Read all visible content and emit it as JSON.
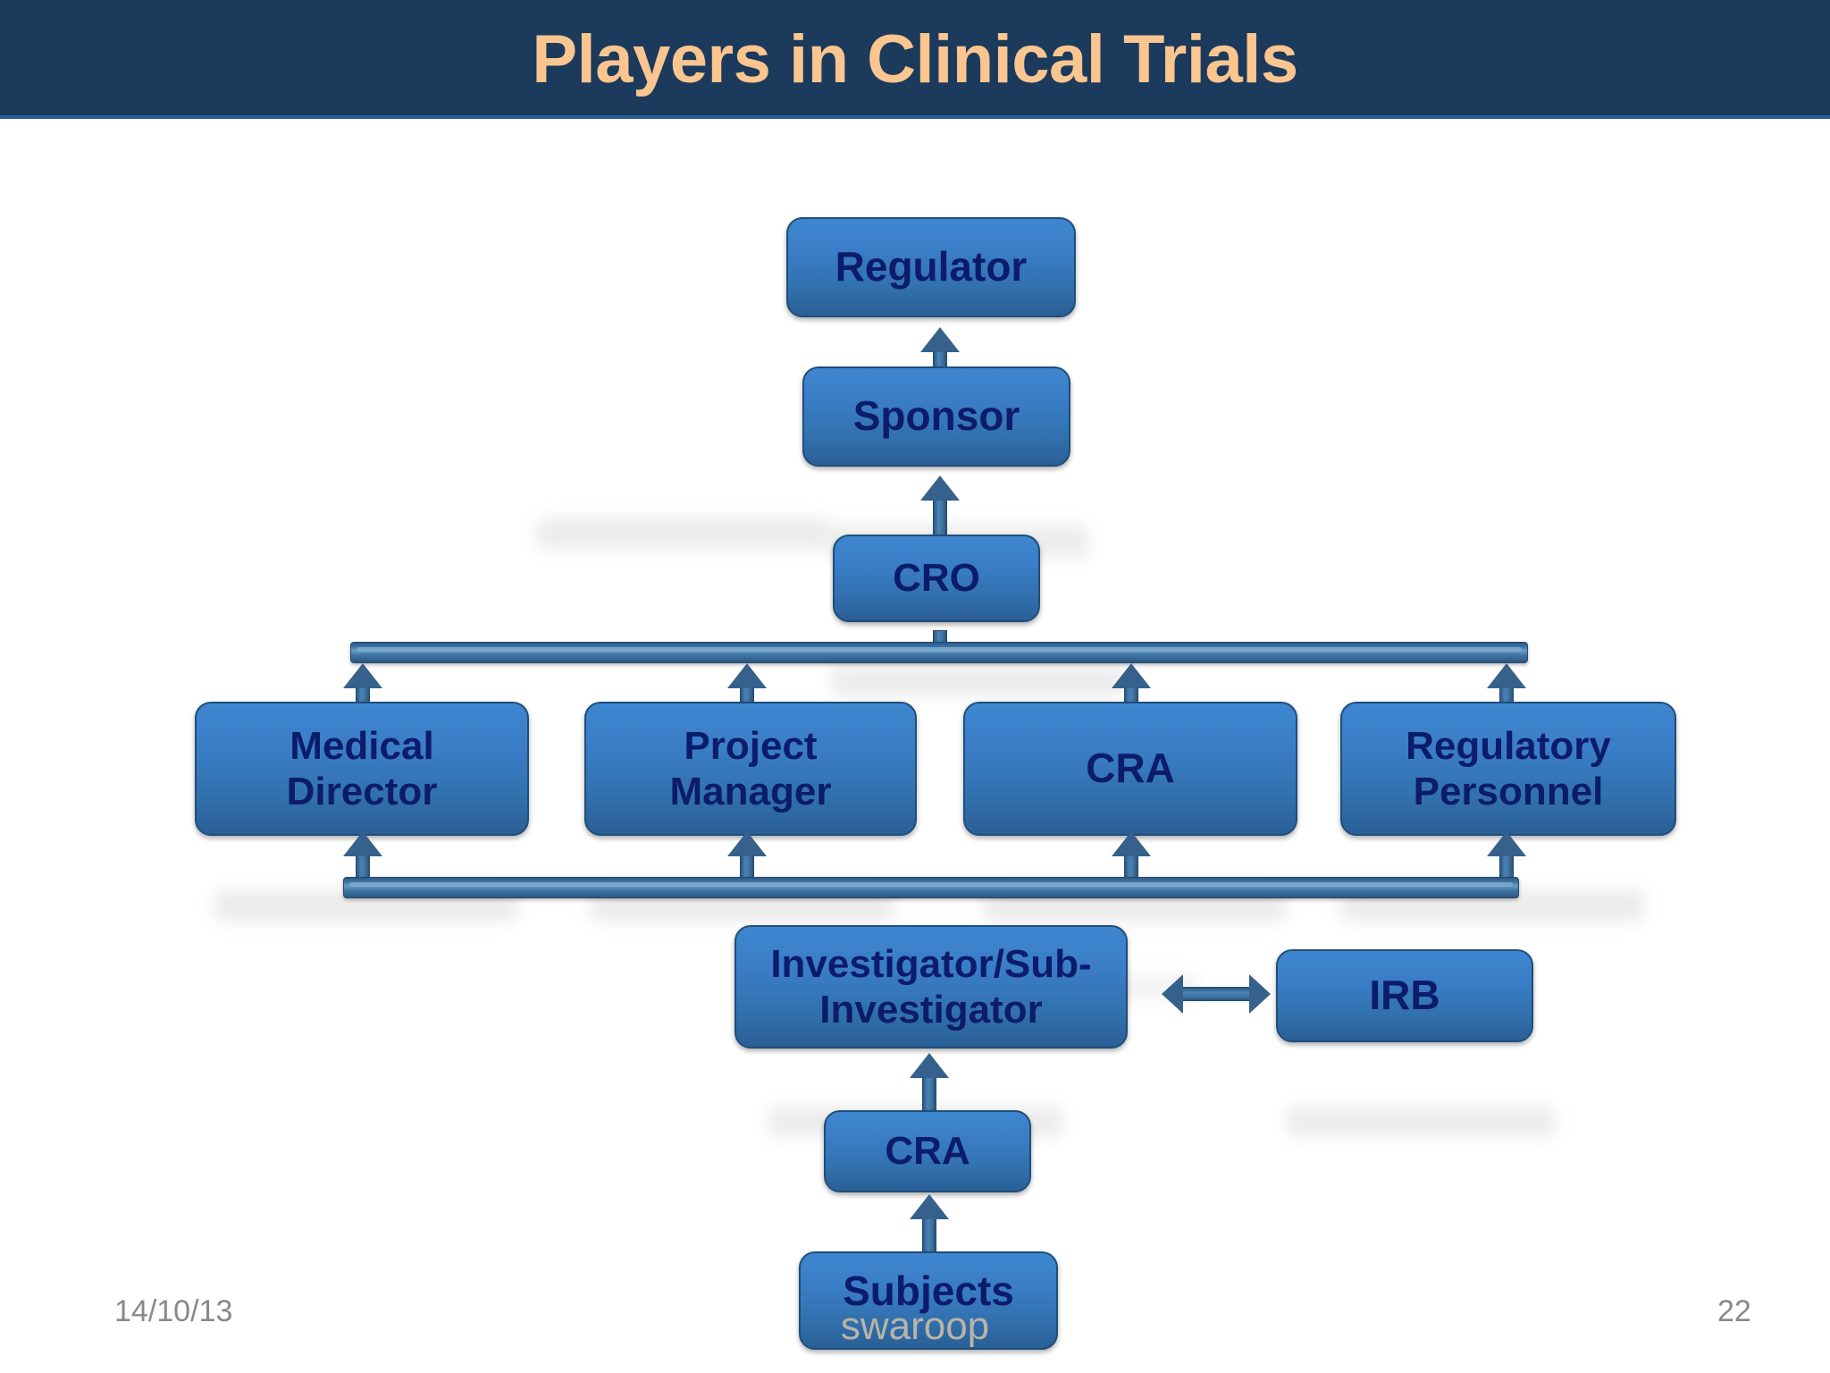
{
  "slide": {
    "title": "Players in Clinical Trials",
    "title_color": "#FBC58F",
    "title_bar_color": "#1B3A5C",
    "background_color": "#FFFFFF",
    "node_fill_top": "#3E86D0",
    "node_fill_bottom": "#2A5F96",
    "node_border_color": "#1F4E79",
    "node_text_color": "#0C1C6B",
    "connector_color": "#36618C"
  },
  "footer": {
    "date": "14/10/13",
    "page_number": "22",
    "watermark": "swaroop"
  },
  "diagram": {
    "type": "flowchart",
    "nodes": [
      {
        "id": "regulator",
        "label": "Regulator"
      },
      {
        "id": "sponsor",
        "label": "Sponsor"
      },
      {
        "id": "cro",
        "label": "CRO"
      },
      {
        "id": "medical-director",
        "label": "Medical\nDirector",
        "line1": "Medical",
        "line2": "Director"
      },
      {
        "id": "project-manager",
        "label": "Project\nManager",
        "line1": "Project",
        "line2": "Manager"
      },
      {
        "id": "cra-mid",
        "label": "CRA"
      },
      {
        "id": "regulatory-personnel",
        "label": "Regulatory\nPersonnel",
        "line1": "Regulatory",
        "line2": "Personnel"
      },
      {
        "id": "investigator",
        "label": "Investigator/Sub-\nInvestigator",
        "line1": "Investigator/Sub-",
        "line2": "Investigator"
      },
      {
        "id": "irb",
        "label": "IRB"
      },
      {
        "id": "cra-low",
        "label": "CRA"
      },
      {
        "id": "subjects",
        "label": "Subjects"
      }
    ],
    "edges": [
      {
        "from": "sponsor",
        "to": "regulator",
        "kind": "arrow-up"
      },
      {
        "from": "cro",
        "to": "sponsor",
        "kind": "arrow-up"
      },
      {
        "from": "cro-bus",
        "to": "cro",
        "kind": "bus-up"
      },
      {
        "from": "medical-director",
        "to": "cro-bus",
        "kind": "arrow-up"
      },
      {
        "from": "project-manager",
        "to": "cro-bus",
        "kind": "arrow-up"
      },
      {
        "from": "cra-mid",
        "to": "cro-bus",
        "kind": "arrow-up"
      },
      {
        "from": "regulatory-personnel",
        "to": "cro-bus",
        "kind": "arrow-up"
      },
      {
        "from": "investigator-bus",
        "to": "medical-director",
        "kind": "arrow-up"
      },
      {
        "from": "investigator-bus",
        "to": "project-manager",
        "kind": "arrow-up"
      },
      {
        "from": "investigator-bus",
        "to": "cra-mid",
        "kind": "arrow-up"
      },
      {
        "from": "investigator-bus",
        "to": "regulatory-personnel",
        "kind": "arrow-up"
      },
      {
        "from": "cra-low",
        "to": "investigator",
        "kind": "arrow-up"
      },
      {
        "from": "subjects",
        "to": "cra-low",
        "kind": "arrow-up"
      },
      {
        "from": "investigator",
        "to": "irb",
        "kind": "double-arrow"
      }
    ]
  }
}
